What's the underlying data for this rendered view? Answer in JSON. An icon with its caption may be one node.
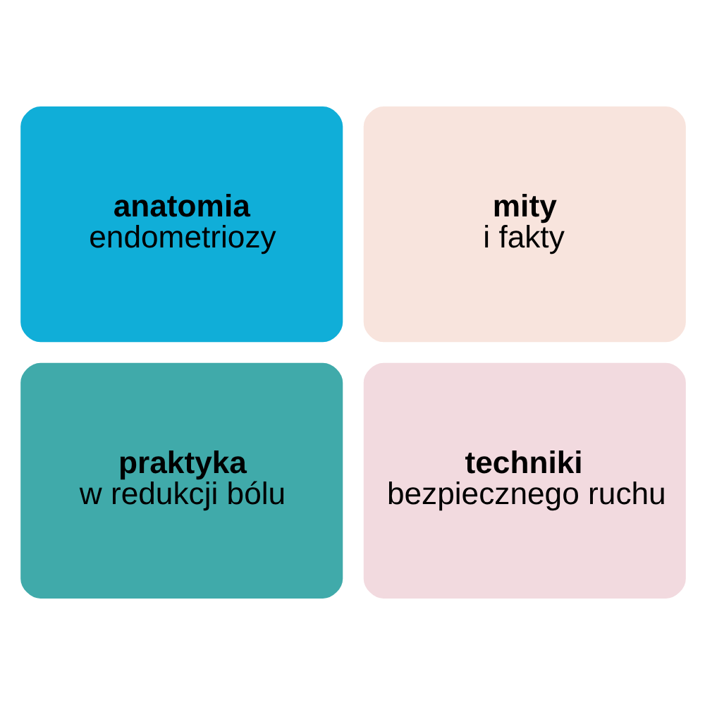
{
  "diagram": {
    "nodes": [
      {
        "text": [
          "anatomia",
          "endometriozy"
        ]
      },
      {
        "text": [
          "mity",
          "i fakty"
        ]
      },
      {
        "text": [
          "praktyka",
          "w redukcji bólu"
        ]
      },
      {
        "text": [
          "techniki",
          "bezpiecznego ruchu"
        ]
      }
    ]
  }
}
